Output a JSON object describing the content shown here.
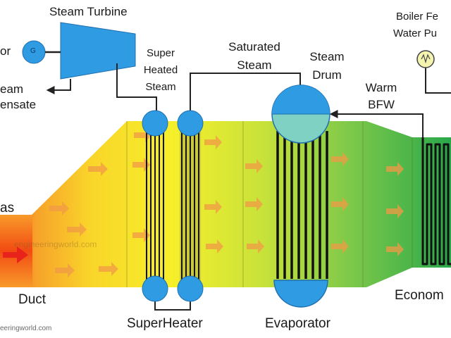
{
  "diagram": {
    "labels": {
      "steam_turbine": "Steam Turbine",
      "generator": "or",
      "generator_symbol": "G",
      "steam_condensate_1": "eam",
      "steam_condensate_2": "ensate",
      "superheated_steam_1": "Super",
      "superheated_steam_2": "Heated",
      "superheated_steam_3": "Steam",
      "saturated_steam_1": "Saturated",
      "saturated_steam_2": "Steam",
      "steam_drum_1": "Steam",
      "steam_drum_2": "Drum",
      "warm_bfw_1": "Warm",
      "warm_bfw_2": "BFW",
      "boiler_feed_1": "Boiler Fe",
      "boiler_feed_2": "Water Pu",
      "gas": "as",
      "duct": "Duct",
      "superheater": "SuperHeater",
      "evaporator": "Evaporator",
      "economizer": "Econom"
    },
    "watermarks": {
      "bottom": "eeringworld.com",
      "center": "engineeringworld.com"
    },
    "colors": {
      "hot": "#f3661a",
      "warm": "#f6e61e",
      "cool": "#5db446",
      "coolest": "#2aa84a",
      "header_blue": "#2f9be3",
      "drum_teal": "#7fd1c4",
      "turbine_blue": "#2f9be3",
      "flow_arrow": "#f08a3c",
      "inlet_arrow": "#e8231c"
    },
    "icons": {
      "generator": "generator-symbol",
      "pump": "pump-lamp-icon",
      "inlet": "right-arrow-icon"
    }
  }
}
